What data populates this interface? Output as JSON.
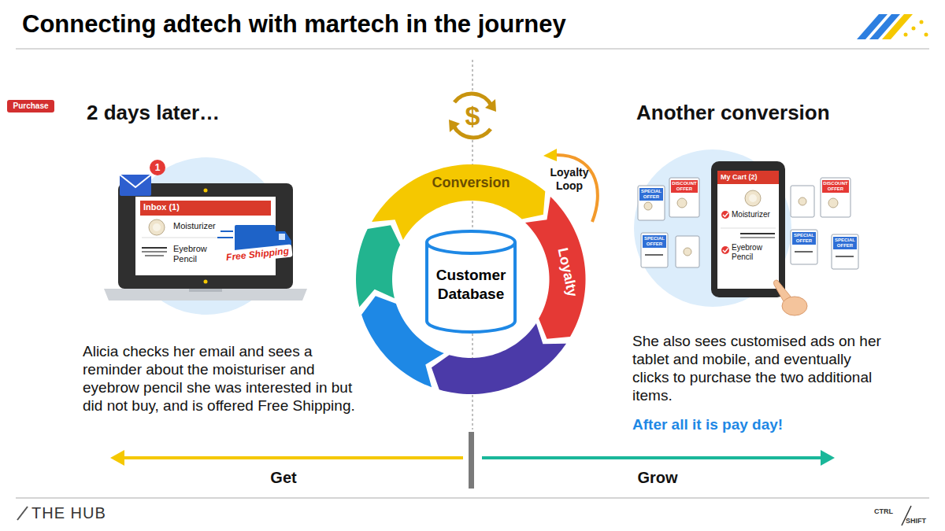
{
  "diagram": {
    "title": "Connecting adtech with martech in the journey",
    "nodes": [
      {
        "text": [
          "Inbox (1)",
          "Moisturizer",
          "Eyebrow Pencil"
        ]
      },
      {
        "text": [
          "Conversion"
        ]
      },
      {
        "text": [
          "Loyalty"
        ]
      },
      {
        "text": [
          "Customer Database"
        ]
      },
      {
        "text": [
          "My Cart (2)",
          "Moisturizer",
          "Eyebrow Pencil"
        ]
      },
      {
        "text": [
          "Purchase"
        ],
        "in": 4
      }
    ],
    "labels": [
      "2 days later…",
      "1",
      "Free Shipping",
      "Alicia checks her email and sees a reminder about the moisturiser and eyebrow pencil she was interested in but did not buy, and is offered Free Shipping.",
      "$",
      "Loyalty Loop",
      "Another conversion",
      "SPECIAL OFFER",
      "DISCOUNT OFFER",
      "SPECIAL OFFER",
      "DISCOUNT OFFER",
      "SPECIAL OFFER",
      "SPECIAL OFFER",
      "She also sees customised ads on her tablet and mobile, and eventually clicks to purchase the two additional items.",
      "After all it is pay day!",
      "Get",
      "Grow",
      "THE HUB",
      "CTRL",
      "SHIFT"
    ]
  }
}
